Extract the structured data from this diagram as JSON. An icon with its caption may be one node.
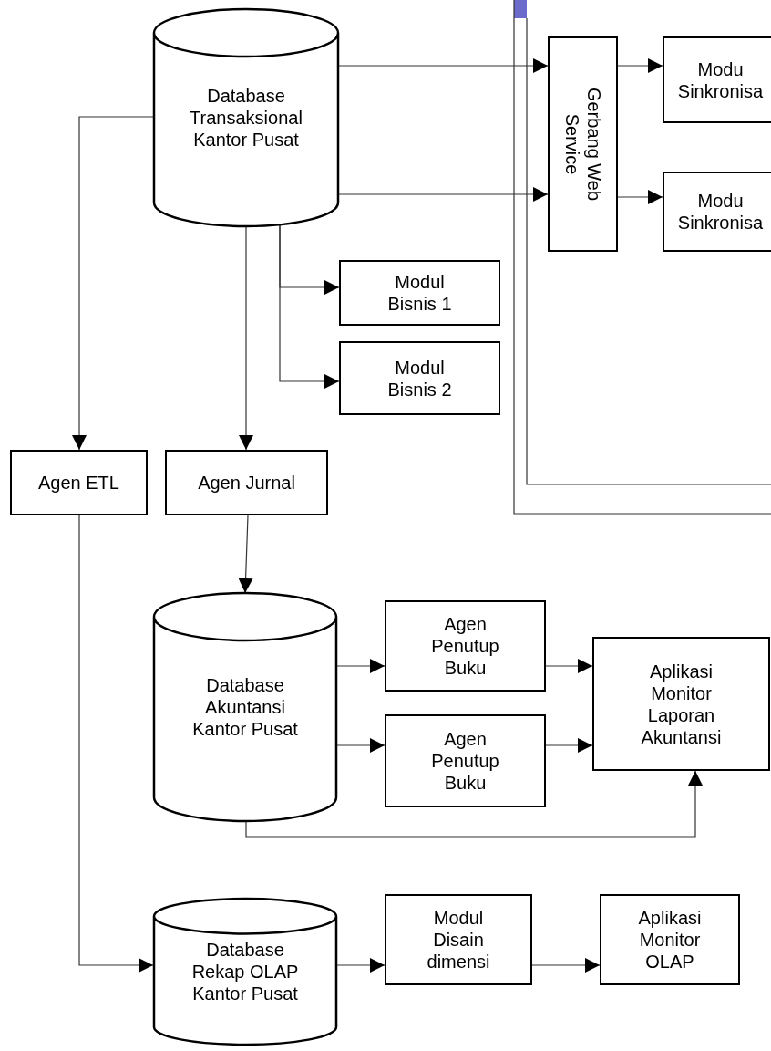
{
  "diagram": {
    "nodes": [
      {
        "text": [
          "Database Transaksional Kantor Pusat"
        ]
      },
      {
        "text": [
          "Gerbang Web Service"
        ]
      },
      {
        "text": [
          "Modu Sinkronisa"
        ]
      },
      {
        "text": [
          "Modu Sinkronisa"
        ]
      },
      {
        "text": [
          "Modul Bisnis 1"
        ]
      },
      {
        "text": [
          "Modul Bisnis 2"
        ]
      },
      {
        "text": [
          "Agen ETL"
        ]
      },
      {
        "text": [
          "Agen Jurnal"
        ]
      },
      {
        "text": [
          "Database Akuntansi Kantor Pusat"
        ]
      },
      {
        "text": [
          "Agen Penutup Buku"
        ]
      },
      {
        "text": [
          "Agen Penutup Buku"
        ]
      },
      {
        "text": [
          "Aplikasi Monitor Laporan Akuntansi"
        ]
      },
      {
        "text": [
          "Database Rekap OLAP Kantor Pusat"
        ]
      },
      {
        "text": [
          "Modul Disain dimensi"
        ]
      },
      {
        "text": [
          "Aplikasi Monitor OLAP"
        ]
      }
    ],
    "edges": [
      {
        "from": 0,
        "to": 1,
        "arrow": "to"
      },
      {
        "from": 0,
        "to": 1,
        "arrow": "to"
      },
      {
        "from": 1,
        "to": 2,
        "arrow": "to"
      },
      {
        "from": 1,
        "to": 3,
        "arrow": "to"
      },
      {
        "from": 0,
        "to": 4,
        "arrow": "to"
      },
      {
        "from": 0,
        "to": 5,
        "arrow": "to"
      },
      {
        "from": 0,
        "to": 6,
        "arrow": "to"
      },
      {
        "from": 0,
        "to": 7,
        "arrow": "to"
      },
      {
        "from": 6,
        "to": 12,
        "arrow": "to"
      },
      {
        "from": 7,
        "to": 8,
        "arrow": "to"
      },
      {
        "from": 8,
        "to": 9,
        "arrow": "to"
      },
      {
        "from": 8,
        "to": 10,
        "arrow": "to"
      },
      {
        "from": 9,
        "to": 11,
        "arrow": "to"
      },
      {
        "from": 10,
        "to": 11,
        "arrow": "to"
      },
      {
        "from": 8,
        "to": 11,
        "arrow": "to"
      },
      {
        "from": 12,
        "to": 13,
        "arrow": "to"
      },
      {
        "from": 13,
        "to": 14,
        "arrow": "to"
      }
    ]
  }
}
